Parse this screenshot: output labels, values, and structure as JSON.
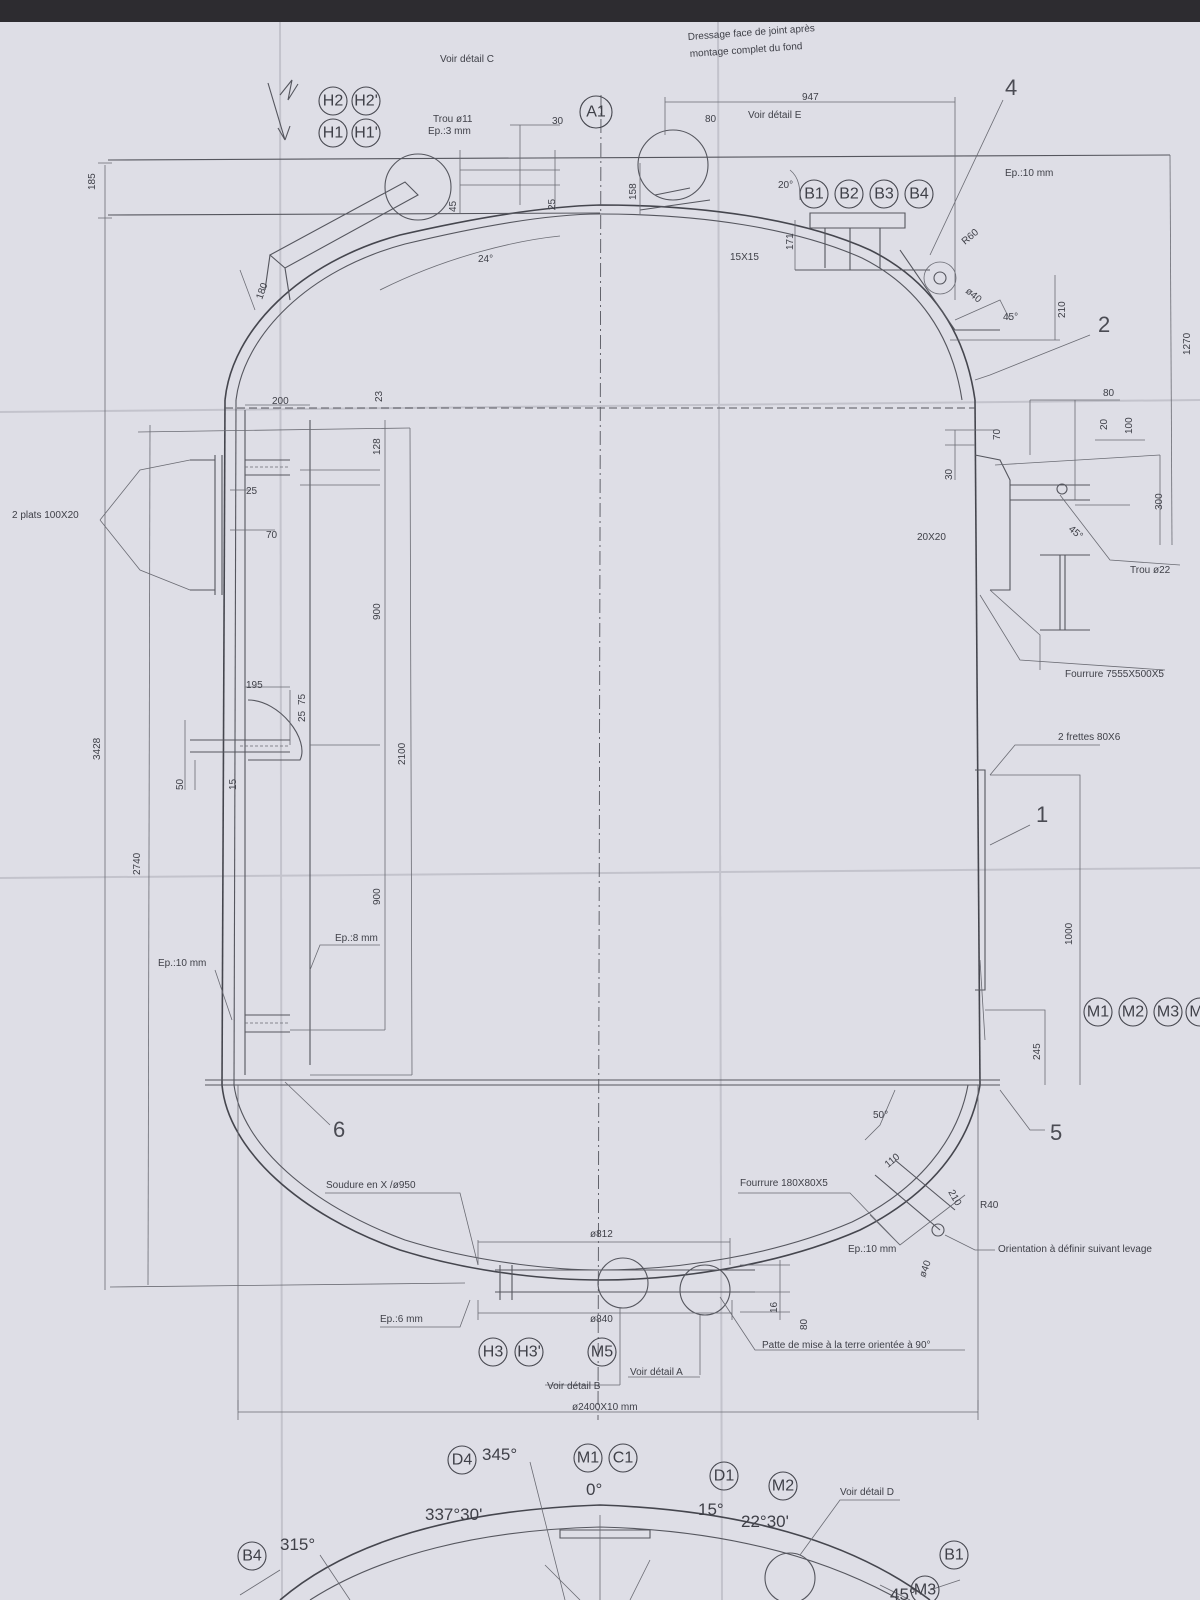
{
  "notes": {
    "voir_detail_c": "Voir détail C",
    "dressage_1": "Dressage face de joint après",
    "dressage_2": "montage complet du fond",
    "voir_detail_e": "Voir détail E",
    "trou_11": "Trou ø11",
    "ep3": "Ep.:3 mm",
    "ep10_top": "Ep.:10 mm",
    "plats": "2 plats 100X20",
    "trou_22": "Trou ø22",
    "fourrure_top": "Fourrure 7555X500X5",
    "frettes": "2 frettes 80X6",
    "ep8": "Ep.:8 mm",
    "ep10_left": "Ep.:10 mm",
    "soudure": "Soudure en X  /ø950",
    "fourrure_bot": "Fourrure 180X80X5",
    "ep10_bot": "Ep.:10 mm",
    "orientation": "Orientation à définir suivant levage",
    "ep6": "Ep.:6 mm",
    "patte": "Patte de mise à la terre orientée à 90°",
    "voir_detail_b": "Voir détail B",
    "voir_detail_a": "Voir détail A",
    "diameter": "ø2400X10 mm",
    "voir_detail_d": "Voir détail D",
    "weld_20x20": "20X20",
    "weld_15x15": "15X15"
  },
  "dims": {
    "d185": "185",
    "d3428": "3428",
    "d2740": "2740",
    "d947": "947",
    "d80a": "80",
    "d30": "30",
    "d158": "158",
    "d45": "45",
    "d25a": "25",
    "d20deg": "20°",
    "d171": "171",
    "d210": "210",
    "d1270": "1270",
    "d45deg": "45°",
    "d40": "ø40",
    "r60": "R60",
    "d24deg": "24°",
    "d180": "180",
    "d200": "200",
    "d23": "23",
    "d128": "128",
    "d25b": "25",
    "d70a": "70",
    "d900a": "900",
    "d2100": "2100",
    "d195": "195",
    "d75": "75",
    "d25c": "25",
    "d50": "50",
    "d15": "15",
    "d900b": "900",
    "d80b": "80",
    "d70b": "70",
    "d20": "20",
    "d100": "100",
    "d30b": "30",
    "d300": "300",
    "d45deg2": "45°",
    "d1000": "1000",
    "d245": "245",
    "d50deg": "50°",
    "d110": "110",
    "d210b": "210",
    "r40": "R40",
    "d40b": "ø40",
    "d812": "ø812",
    "d840": "ø840",
    "d16": "16",
    "d80c": "80"
  },
  "bubbles": {
    "h2": "H2",
    "h2p": "H2'",
    "h1": "H1",
    "h1p": "H1'",
    "a1": "A1",
    "b1": "B1",
    "b2": "B2",
    "b3": "B3",
    "b4": "B4",
    "m1": "M1",
    "m2": "M2",
    "m3": "M3",
    "m4": "M",
    "h3": "H3",
    "h3p": "H3'",
    "m5": "M5",
    "d4": "D4",
    "m1b": "M1",
    "c1": "C1",
    "d1": "D1",
    "m2b": "M2",
    "b4b": "B4",
    "b1b": "B1",
    "m3b": "M3"
  },
  "leaders": {
    "l1": "1",
    "l2": "2",
    "l4": "4",
    "l5": "5",
    "l6": "6"
  },
  "angles": {
    "a345": "345°",
    "a337": "337°30'",
    "a0": "0°",
    "a15": "15°",
    "a22": "22°30'",
    "a315": "315°",
    "a45": "45°"
  }
}
